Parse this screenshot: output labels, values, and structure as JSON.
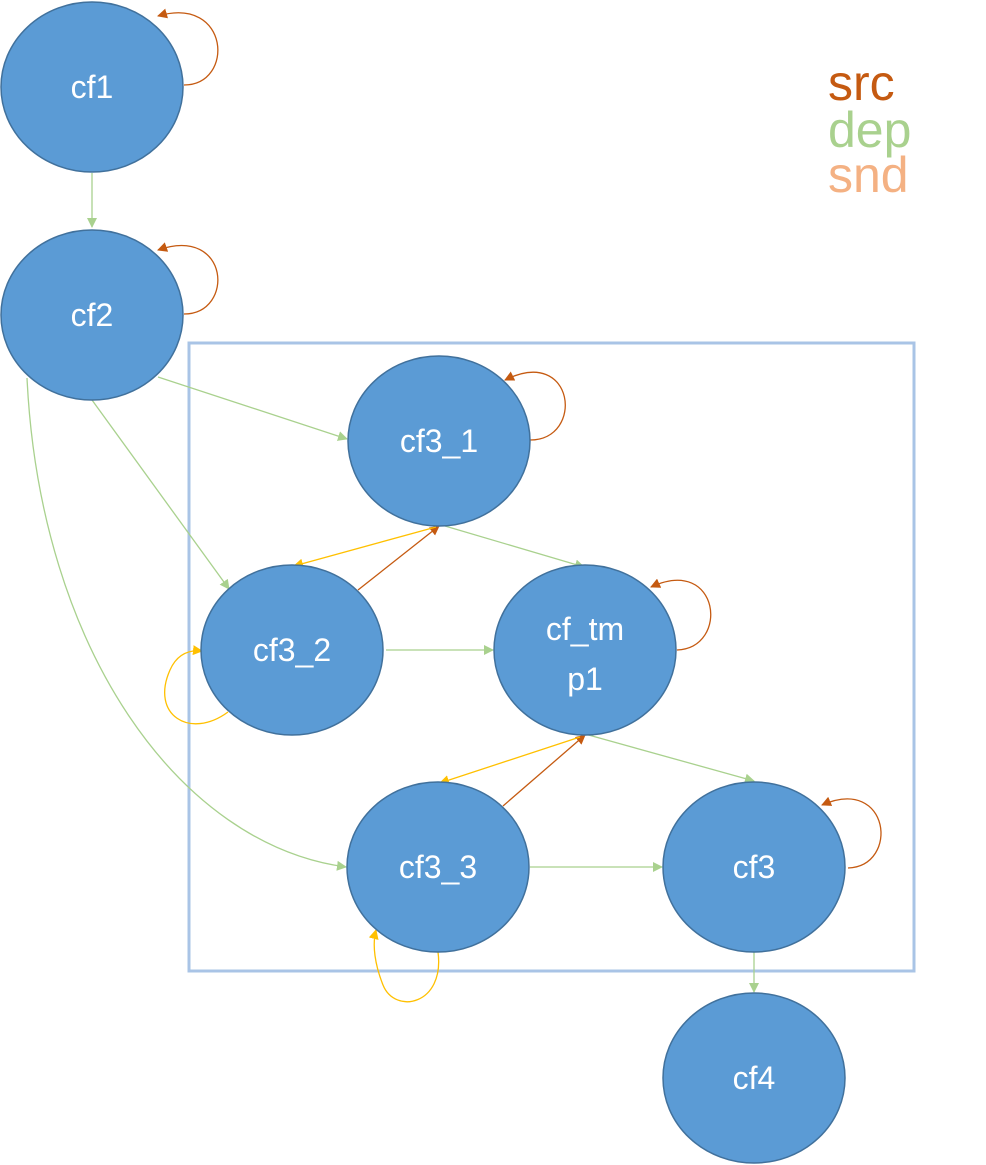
{
  "colors": {
    "node_fill": "#5B9BD5",
    "node_stroke": "#41719C",
    "group_border": "#A9C4E6",
    "src": "#C55A11",
    "dep": "#A9D18E",
    "snd_legend": "#F4B183",
    "snd_edge": "#FFC000"
  },
  "legend": [
    {
      "label": "src",
      "color": "#C55A11"
    },
    {
      "label": "dep",
      "color": "#A9D18E"
    },
    {
      "label": "snd",
      "color": "#F4B183"
    }
  ],
  "nodes": [
    {
      "id": "cf1",
      "lines": [
        "cf1"
      ]
    },
    {
      "id": "cf2",
      "lines": [
        "cf2"
      ]
    },
    {
      "id": "cf3_1",
      "lines": [
        "cf3_1"
      ]
    },
    {
      "id": "cf3_2",
      "lines": [
        "cf3_2"
      ]
    },
    {
      "id": "cf_tmp1",
      "lines": [
        "cf_tm",
        "p1"
      ]
    },
    {
      "id": "cf3_3",
      "lines": [
        "cf3_3"
      ]
    },
    {
      "id": "cf3",
      "lines": [
        "cf3"
      ]
    },
    {
      "id": "cf4",
      "lines": [
        "cf4"
      ]
    }
  ],
  "edges": [
    {
      "from": "cf1",
      "to": "cf2",
      "type": "dep"
    },
    {
      "from": "cf2",
      "to": "cf3_1",
      "type": "dep"
    },
    {
      "from": "cf2",
      "to": "cf3_2",
      "type": "dep"
    },
    {
      "from": "cf2",
      "to": "cf3_3",
      "type": "dep"
    },
    {
      "from": "cf3_1",
      "to": "cf_tmp1",
      "type": "dep"
    },
    {
      "from": "cf3_2",
      "to": "cf_tmp1",
      "type": "dep"
    },
    {
      "from": "cf3_2",
      "to": "cf3_1",
      "type": "src"
    },
    {
      "from": "cf3_1",
      "to": "cf3_2",
      "type": "snd"
    },
    {
      "from": "cf_tmp1",
      "to": "cf3",
      "type": "dep"
    },
    {
      "from": "cf3_3",
      "to": "cf_tmp1",
      "type": "src"
    },
    {
      "from": "cf_tmp1",
      "to": "cf3_3",
      "type": "snd"
    },
    {
      "from": "cf3_3",
      "to": "cf3",
      "type": "dep"
    },
    {
      "from": "cf3",
      "to": "cf4",
      "type": "dep"
    }
  ],
  "self_loops": [
    {
      "node": "cf1",
      "type": "src"
    },
    {
      "node": "cf2",
      "type": "src"
    },
    {
      "node": "cf3_1",
      "type": "src"
    },
    {
      "node": "cf_tmp1",
      "type": "src"
    },
    {
      "node": "cf3",
      "type": "src"
    },
    {
      "node": "cf3_2",
      "type": "snd"
    },
    {
      "node": "cf3_3",
      "type": "snd"
    }
  ]
}
